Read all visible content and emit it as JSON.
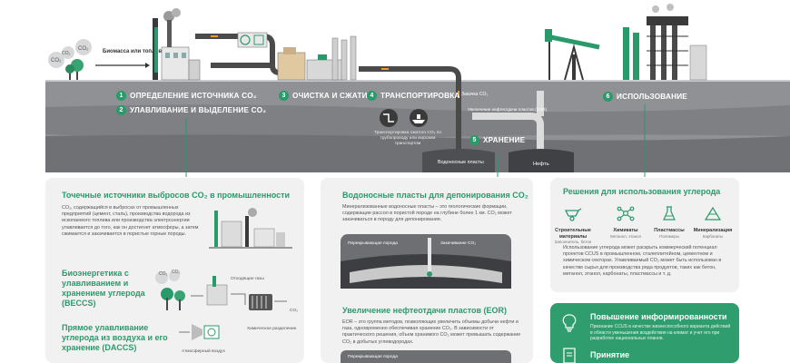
{
  "top": {
    "co2_bubbles": [
      "CO₂",
      "CO₂",
      "CO₂"
    ],
    "biomass_label": "Биомасса или топливо",
    "injection_label": "Закачка CO₂",
    "eor_label": "Увеличение нефтеотдачи пластов (EOR)",
    "transport_caption": "Транспортировка сжатого CO₂ по трубопроводу или морским транспортом",
    "aquifer_label": "Водоносные пласты",
    "oil_label": "Нефть"
  },
  "steps": [
    {
      "num": "1",
      "label": "ОПРЕДЕЛЕНИЕ ИСТОЧНИКА CO₂"
    },
    {
      "num": "2",
      "label": "УЛАВЛИВАНИЕ И ВЫДЕЛЕНИЕ CO₂"
    },
    {
      "num": "3",
      "label": "ОЧИСТКА И СЖАТИЕ"
    },
    {
      "num": "4",
      "label": "ТРАНСПОРТИРОВКА"
    },
    {
      "num": "5",
      "label": "ХРАНЕНИЕ"
    },
    {
      "num": "6",
      "label": "ИСПОЛЬЗОВАНИЕ"
    }
  ],
  "left_card": {
    "title": "Точечные источники выбросов CO₂ в промышленности",
    "text": "CO₂, содержащийся в выбросах от промышленных предприятий (цемент, сталь), производства водорода из ископаемого топлива или производства электроэнергии улавливается до того, как он достигнет атмосферы, а затем сжимается и закачивается в пористые горные породы.",
    "beccs_title": "Биоэнергетика с улавливанием и хранением углерода (BECCS)",
    "beccs_co2": [
      "CO₂",
      "CO₂"
    ],
    "beccs_gas": "Отходящие газы",
    "beccs_co2_out": "CO₂",
    "chem_sep": "Химическое разделение",
    "daccs_title": "Прямое улавливание углерода из воздуха и его хранение (DACCS)",
    "air_label": "Атмосферный воздух"
  },
  "mid_card": {
    "title": "Водоносные пласты для депонирования CO₂",
    "text": "Минерализованные водоносные пласты – это геологические формации, содержащие рассол в пористой породе на глубине более 1 км. CO₂ может закачиваться в породу для депонирования.",
    "caprock": "Перекрывающая порода",
    "injection": "Закачивание CO₂",
    "eor_title": "Увеличение нефтеотдачи пластов (EOR)",
    "eor_text": "EOR – это группа методов, позволяющих увеличить объемы добычи нефти и газа, одновременно обеспечивая хранение CO₂. В зависимости от практического решения, объем хранимого CO₂ может превышать содержание CO₂ в добытых углеводородах.",
    "caprock2": "Перекрывающая порода"
  },
  "right_card": {
    "title": "Решения для использования углерода",
    "items": [
      {
        "title": "Строительные материалы",
        "sub": "Заполнитель, бетон",
        "icon": "wheelbarrow-icon"
      },
      {
        "title": "Химикаты",
        "sub": "Метанол, этанол",
        "icon": "molecule-icon"
      },
      {
        "title": "Пластмассы",
        "sub": "Полимеры",
        "icon": "flask-icon"
      },
      {
        "title": "Минерализация",
        "sub": "Карбонаты",
        "icon": "mineral-icon"
      }
    ],
    "text": "Использование углерода может раскрыть коммерческий потенциал проектов CCUS в промышленном, сталеплитейном, цементном и химическом секторах. Улавливаемый CO₂ может быть использован в качестве сырья для производства ряда продуктов, таких как бетон, метанол, этанол, карбонаты, пластмассы и т. д."
  },
  "awareness": {
    "title": "Повышение информированности",
    "text": "Признание CCUS в качестве жизнеспособного варианта действий в области уменьшения воздействия на климат и учет его при разработке национальных планов.",
    "title2": "Принятие"
  },
  "colors": {
    "accent": "#2b9a6b",
    "ground": "#8d8f92",
    "pipe": "#4a4a4a"
  }
}
